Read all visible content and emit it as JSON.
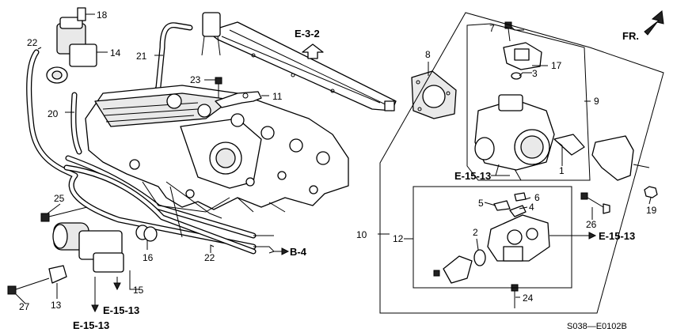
{
  "diagram": {
    "callouts": {
      "c1": "1",
      "c2": "2",
      "c3": "3",
      "c4": "4",
      "c5": "5",
      "c6": "6",
      "c7": "7",
      "c8": "8",
      "c9": "9",
      "c10": "10",
      "c11": "11",
      "c12": "12",
      "c13": "13",
      "c14": "14",
      "c15": "15",
      "c16": "16",
      "c17": "17",
      "c18": "18",
      "c19": "19",
      "c20": "20",
      "c21": "21",
      "c22a": "22",
      "c22b": "22",
      "c23": "23",
      "c24": "24",
      "c25": "25",
      "c26": "26",
      "c27": "27"
    },
    "refs": {
      "e3_2": "E-3-2",
      "e15_13_a": "E-15-13",
      "e15_13_b": "E-15-13",
      "e15_13_c": "E-15-13",
      "e15_13_d": "E-15-13",
      "b4": "B-4",
      "fr": "FR."
    },
    "diagram_code": "S038—E0102B",
    "icons": [
      "front-direction-arrow-icon",
      "reference-arrow-icon"
    ]
  }
}
